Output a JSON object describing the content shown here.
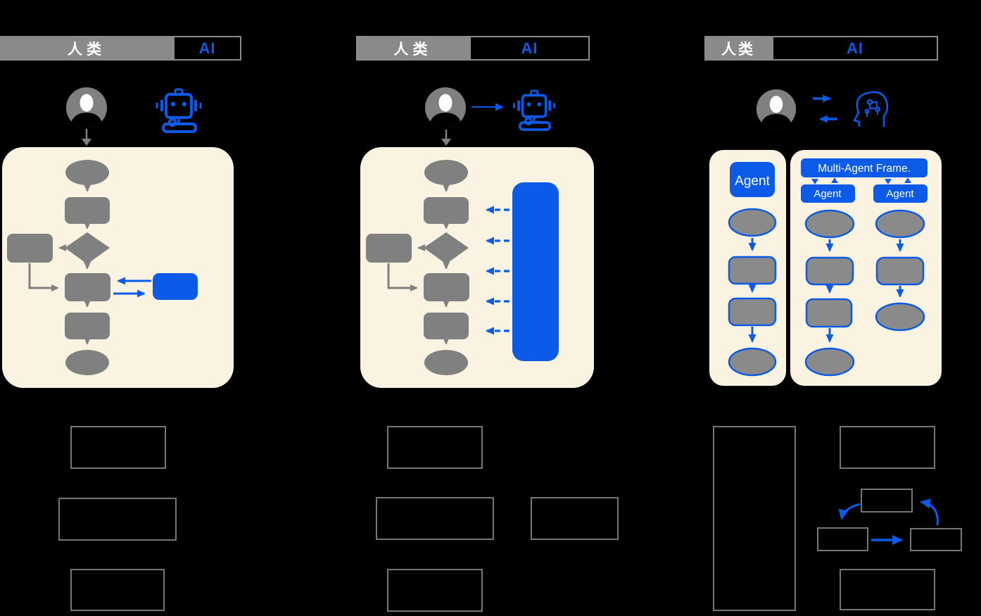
{
  "colors": {
    "background": "#000000",
    "panel_cream": "#FBF3E1",
    "shape_gray": "#808080",
    "accent_blue": "#0B5BE8",
    "header_gray": "#8A8A8A",
    "empty_box_border": "#767676",
    "label_white": "#FFFFFF"
  },
  "columns": {
    "left": {
      "header": {
        "human": "人类",
        "ai": "AI"
      },
      "icons": [
        "user-avatar",
        "robot"
      ]
    },
    "middle": {
      "header": {
        "human": "人类",
        "ai": "AI"
      },
      "icons": [
        "user-avatar",
        "robot"
      ]
    },
    "right": {
      "header": {
        "human": "人类",
        "ai": "AI"
      },
      "icons": [
        "user-avatar",
        "ai-head"
      ],
      "single_agent_label": "Agent",
      "multi_agent": {
        "frame_label": "Multi-Agent Frame.",
        "sub_agents": [
          "Agent",
          "Agent"
        ]
      }
    }
  }
}
